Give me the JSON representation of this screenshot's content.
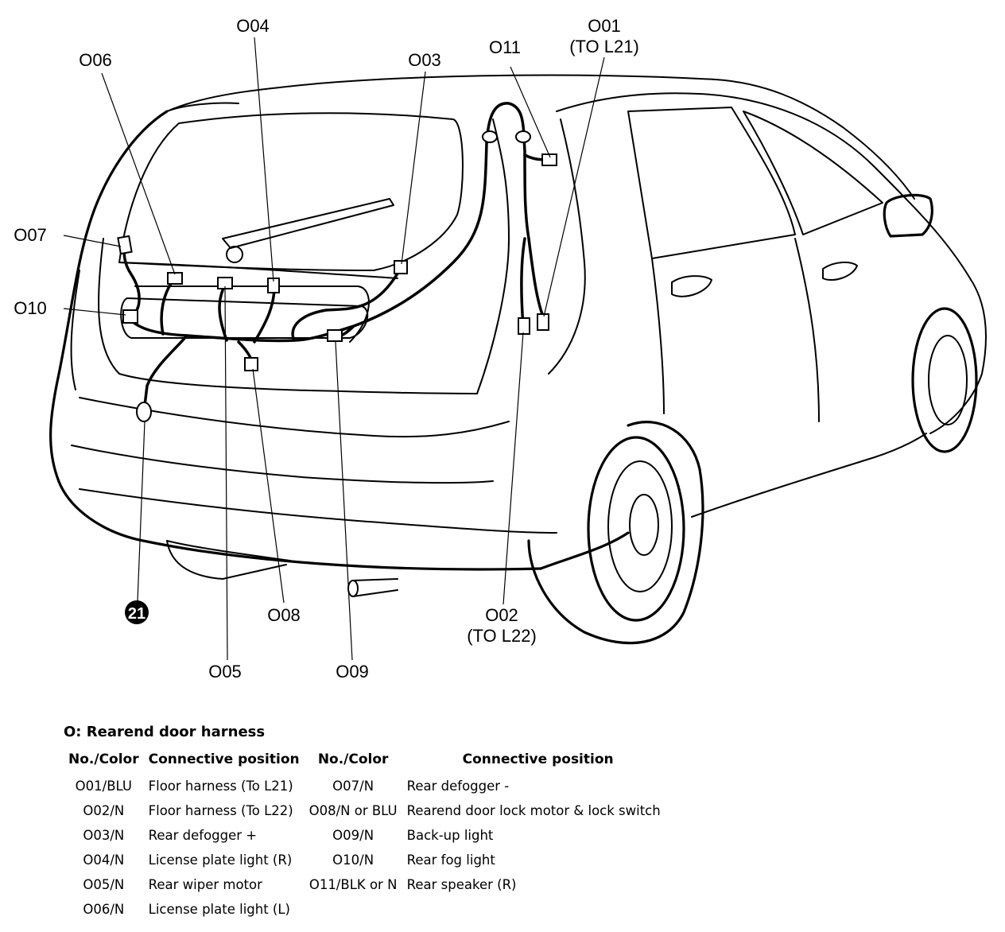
{
  "callouts": {
    "O01": "O01",
    "O01_sub": "(TO L21)",
    "O02": "O02",
    "O02_sub": "(TO L22)",
    "O03": "O03",
    "O04": "O04",
    "O05": "O05",
    "O06": "O06",
    "O07": "O07",
    "O08": "O08",
    "O09": "O09",
    "O10": "O10",
    "O11": "O11",
    "ground": "21"
  },
  "legend": {
    "title": "O: Rearend door harness",
    "headers": [
      "No./Color",
      "Connective position",
      "No./Color",
      "Connective position"
    ],
    "rows": [
      {
        "no1": "O01/BLU",
        "pos1": "Floor harness (To L21)",
        "no2": "O07/N",
        "pos2": "Rear defogger -"
      },
      {
        "no1": "O02/N",
        "pos1": "Floor harness (To L22)",
        "no2": "O08/N or BLU",
        "pos2": "Rearend door lock motor & lock switch"
      },
      {
        "no1": "O03/N",
        "pos1": "Rear defogger +",
        "no2": "O09/N",
        "pos2": "Back-up light"
      },
      {
        "no1": "O04/N",
        "pos1": "License plate light (R)",
        "no2": "O10/N",
        "pos2": "Rear fog light"
      },
      {
        "no1": "O05/N",
        "pos1": "Rear wiper motor",
        "no2": "O11/BLK or N",
        "pos2": "Rear speaker (R)"
      },
      {
        "no1": "O06/N",
        "pos1": "License plate light (L)",
        "no2": "",
        "pos2": ""
      }
    ]
  }
}
